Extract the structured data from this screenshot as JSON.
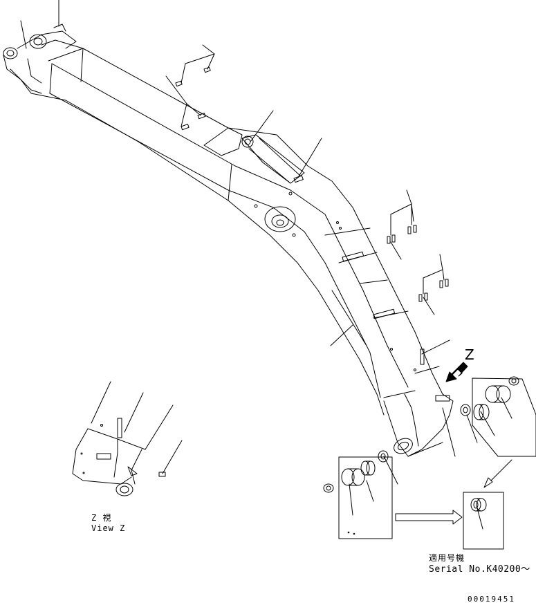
{
  "labels": {
    "arrow_z": "Z",
    "view_z_jp": "Z 視",
    "view_z_en": "View Z",
    "serial_jp": "適用号機",
    "serial_en": "Serial No.K40200～",
    "doc_number": "00019451"
  },
  "colors": {
    "line": "#000000",
    "background": "#ffffff"
  }
}
